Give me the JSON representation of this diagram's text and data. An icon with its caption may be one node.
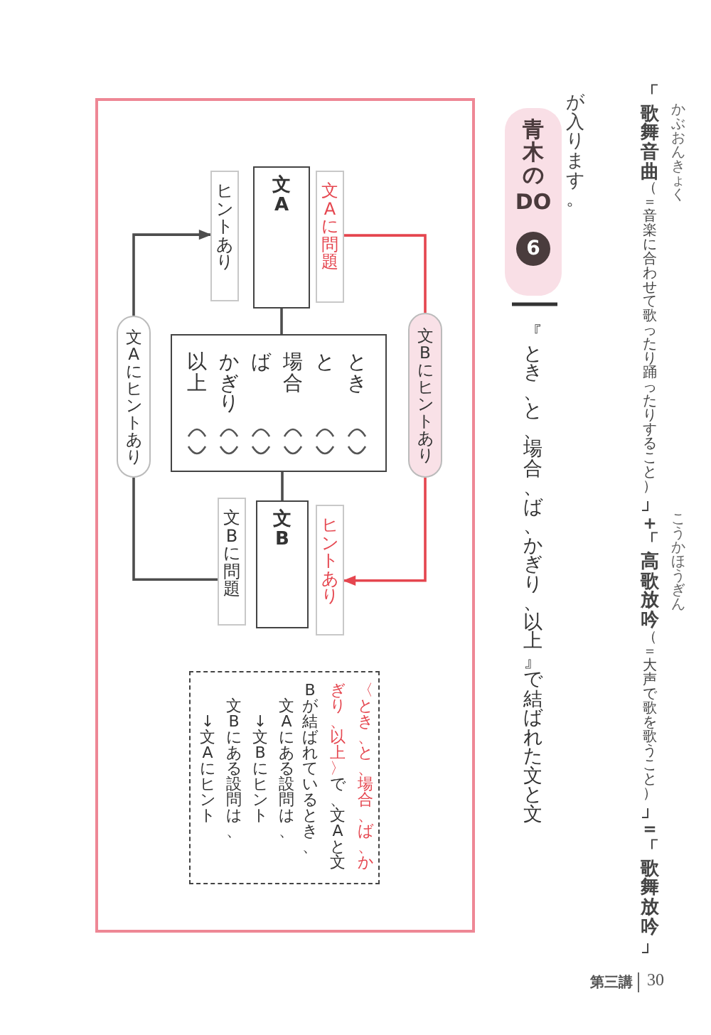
{
  "diagram": {
    "title": "『とき、と、場合、ば、かぎり、以上』で結ばれた文と文",
    "nodes": [
      {
        "text": [
          "青木の",
          "DO",
          "6"
        ]
      },
      {
        "text": [
          "文A"
        ]
      },
      {
        "text": [
          "ヒントあり"
        ]
      },
      {
        "text": [
          "文Aに問題"
        ]
      },
      {
        "text": [
          "とき",
          "と",
          "場合",
          "ば",
          "かぎり",
          "以上"
        ]
      },
      {
        "text": [
          "文Bに問題"
        ]
      },
      {
        "text": [
          "文B"
        ]
      },
      {
        "text": [
          "ヒントあり"
        ]
      },
      {
        "text": [
          "文Aにヒントあり"
        ]
      },
      {
        "text": [
          "文Bにヒントあり"
        ]
      },
      {
        "text": [
          "**〈とき、と、場合、ば、かぎり、以上〉**で、文Aと文Bが結ばれているとき、",
          "文Aにある設問は、",
          "↓文Bにヒント",
          "文Bにある設問は、",
          "↓文Aにヒント"
        ]
      }
    ],
    "edges": [
      {
        "from": 1,
        "to": 4,
        "arrow": "none"
      },
      {
        "from": 4,
        "to": 6,
        "arrow": "none"
      },
      {
        "from": 5,
        "to": 8,
        "arrow": "none"
      },
      {
        "from": 8,
        "to": 2,
        "arrow": "to"
      },
      {
        "from": 3,
        "to": 9,
        "arrow": "none",
        "color": "#e5464f"
      },
      {
        "from": 9,
        "to": 7,
        "arrow": "to",
        "color": "#e5464f"
      }
    ],
    "labels": [
      "「歌舞音曲",
      "かぶおんきょく",
      "（＝音楽に合わせて歌ったり踊ったりすること）",
      "」＋「高歌放吟",
      "こうかほうぎん",
      "（＝大声で歌を歌うこと）",
      "」＝「歌舞放吟」",
      "が入ります。",
      "第三講",
      "30"
    ]
  }
}
